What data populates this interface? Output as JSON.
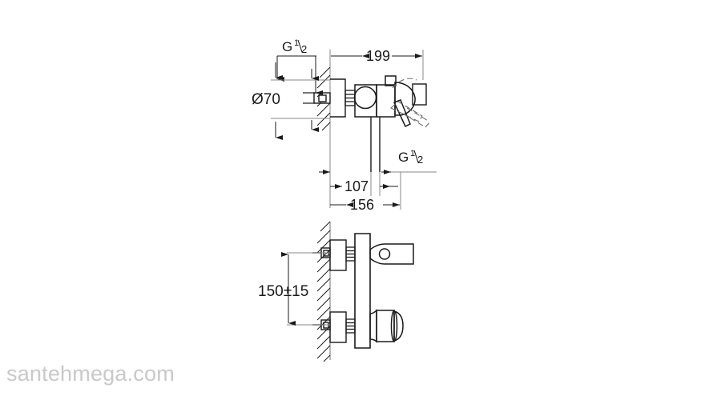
{
  "document": {
    "type": "technical-drawing",
    "subject": "wall-mounted single-lever shower mixer",
    "views": [
      "side-elevation",
      "front-elevation"
    ],
    "units": "mm",
    "line_color": "#1a1a1a",
    "dimension_line_color": "#7f7f7f",
    "background_color": "#ffffff"
  },
  "watermark": {
    "text": "santehmega.com",
    "color": "#c9c9c9"
  },
  "dimensions": {
    "thread_top": {
      "label_g": "G",
      "label_num": "1",
      "label_den": "2",
      "full": "G 1/2"
    },
    "diameter": {
      "label": "Ø70",
      "value": 70,
      "symbol": "Ø"
    },
    "projection": {
      "label": "199",
      "value": 199
    },
    "thread_bottom": {
      "label_g": "G",
      "label_num": "1",
      "label_den": "2",
      "full": "G 1/2"
    },
    "offset_107": {
      "label": "107",
      "value": 107
    },
    "offset_156": {
      "label": "156",
      "value": 156
    },
    "height_center": {
      "label": "150±15",
      "value": 150,
      "tolerance": 15
    }
  }
}
